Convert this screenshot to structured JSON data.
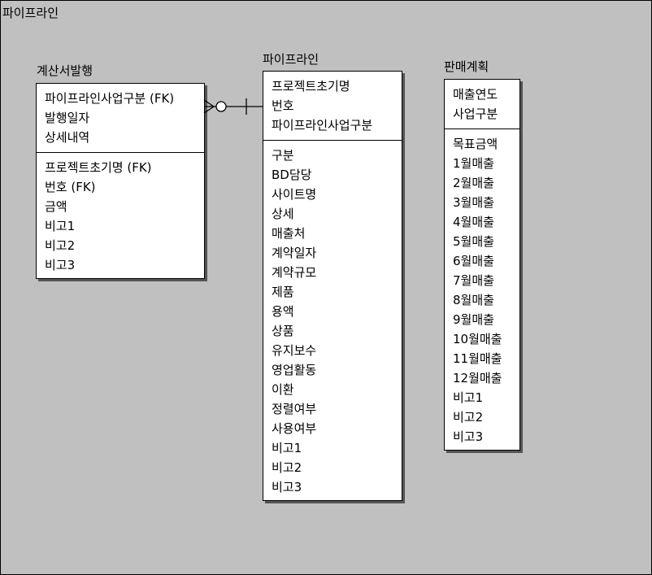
{
  "diagram_title": "파이프라인",
  "entities": {
    "invoice": {
      "title": "계산서발행",
      "keys": [
        "파이프라인사업구분 (FK)",
        "발행일자",
        "상세내역"
      ],
      "attributes": [
        "프로젝트초기명 (FK)",
        "번호 (FK)",
        "금액",
        "비고1",
        "비고2",
        "비고3"
      ]
    },
    "pipeline": {
      "title": "파이프라인",
      "keys": [
        "프로젝트초기명",
        "번호",
        "파이프라인사업구분"
      ],
      "attributes": [
        "구분",
        "BD담당",
        "사이트명",
        "상세",
        "매출처",
        "계약일자",
        "계약규모",
        "제품",
        "용액",
        "상품",
        "유지보수",
        "영업활동",
        "이환",
        "정렬여부",
        "사용여부",
        "비고1",
        "비고2",
        "비고3"
      ]
    },
    "sales_plan": {
      "title": "판매계획",
      "keys": [
        "매출연도",
        "사업구분"
      ],
      "attributes": [
        "목표금액",
        "1월매출",
        "2월매출",
        "3월매출",
        "4월매출",
        "5월매출",
        "6월매출",
        "7월매출",
        "8월매출",
        "9월매출",
        "10월매출",
        "11월매출",
        "12월매출",
        "비고1",
        "비고2",
        "비고3"
      ]
    }
  },
  "relationship": {
    "from": "invoice",
    "to": "pipeline",
    "from_cardinality": "zero-or-many",
    "to_cardinality": "one"
  }
}
